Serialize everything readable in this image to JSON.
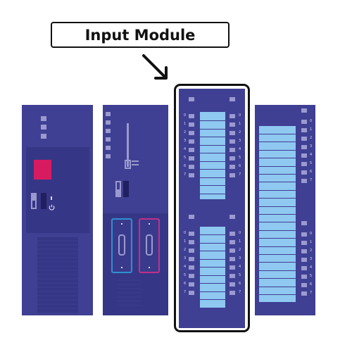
{
  "callout": {
    "label": "Input Module"
  },
  "channel_numbers": [
    "0",
    "1",
    "2",
    "3",
    "4",
    "5",
    "6",
    "7"
  ],
  "colors": {
    "module": "#3f3f93",
    "module_dark": "#363686",
    "led": "#9a9ad0",
    "label_strip": "#8fc8f0",
    "status_led": "#d81b60",
    "connector_blue": "#2f90d0",
    "connector_pink": "#c0308a"
  },
  "icons": [
    "power-icon"
  ]
}
